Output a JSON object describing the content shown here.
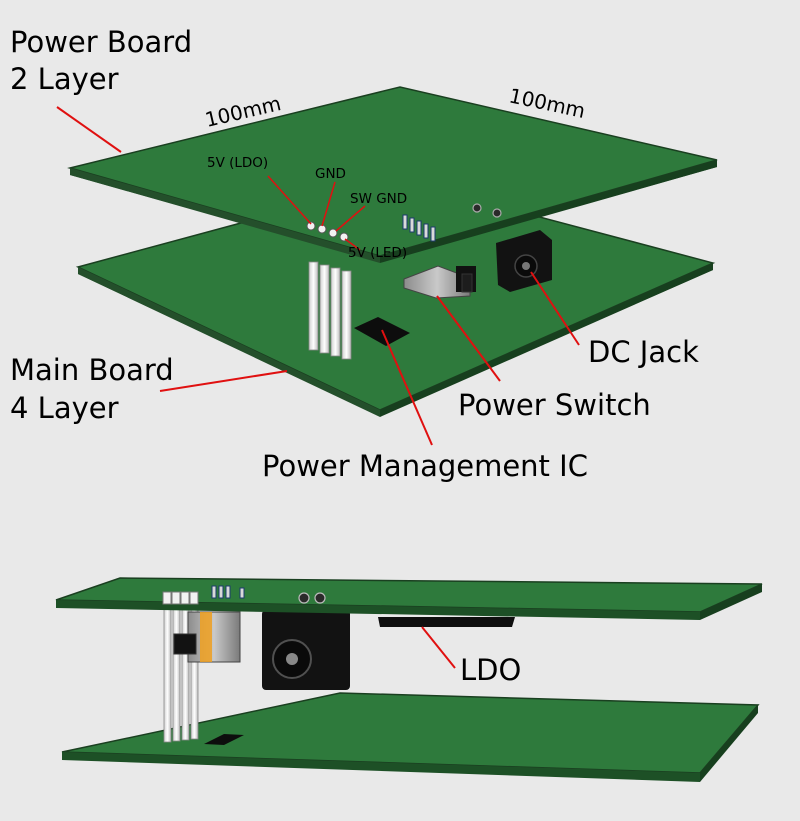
{
  "labels": {
    "power_board_line1": "Power Board",
    "power_board_line2": "2 Layer",
    "main_board_line1": "Main Board",
    "main_board_line2": "4 Layer",
    "dim_width": "100mm",
    "dim_depth": "100mm",
    "pin_5v_ldo": "5V (LDO)",
    "pin_gnd": "GND",
    "pin_sw_gnd": "SW GND",
    "pin_5v_led": "5V (LED)",
    "dc_jack": "DC Jack",
    "power_switch": "Power Switch",
    "power_management_ic": "Power Management IC",
    "ldo": "LDO"
  },
  "colors": {
    "background": "#e9e9e9",
    "pcb_top": "#2e7a3c",
    "pcb_edge": "#1d5026",
    "leader_line": "#e01010",
    "component_black": "#151515",
    "pin_white": "#f2f2f2"
  }
}
